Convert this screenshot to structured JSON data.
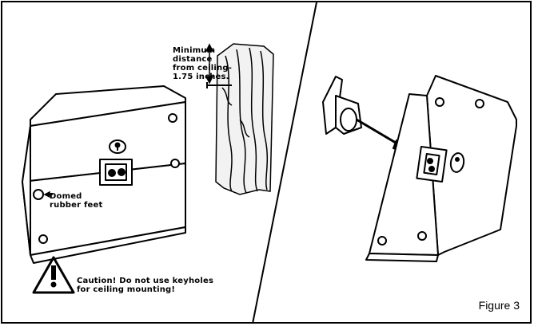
{
  "labels": {
    "ceiling_line1": "Minimum",
    "ceiling_line2": "distance",
    "ceiling_line3": "from ceiling-",
    "ceiling_line4": "1.75 inches.",
    "feet_line1": "Domed",
    "feet_line2": "rubber feet",
    "caution_line1": "Caution! Do not use keyholes",
    "caution_line2": "for ceiling mounting!"
  },
  "figure_caption": "Figure 3",
  "icons": {
    "warning": "exclamation-triangle-icon"
  },
  "colors": {
    "ink": "#000000",
    "paper": "#ffffff",
    "wood": "#f2f2f2"
  }
}
